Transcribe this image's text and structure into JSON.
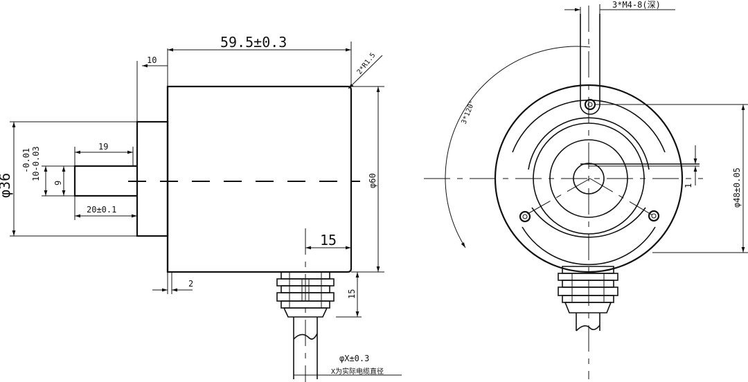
{
  "side_view": {
    "length": "59.5±0.3",
    "flange_thickness": "10",
    "corner_radius": "2*R1.5",
    "shaft_diameter": "φ36",
    "shaft_tolerance_upper": "-0.01",
    "shaft_tolerance_lower": "10-0.03",
    "flat_length": "19",
    "flat_depth": "9",
    "shaft_length": "20±0.1",
    "body_diameter": "φ60",
    "gap": "2",
    "connector_offset": "15",
    "connector_height": "15"
  },
  "cable": {
    "diameter": "φX±0.3",
    "note": "X为实际电缆直径"
  },
  "front_view": {
    "screw_holes": "3*M4-8(深)",
    "hole_angle": "3*120°",
    "pitch_diameter": "φ48±0.05",
    "flat_dim": "1"
  }
}
